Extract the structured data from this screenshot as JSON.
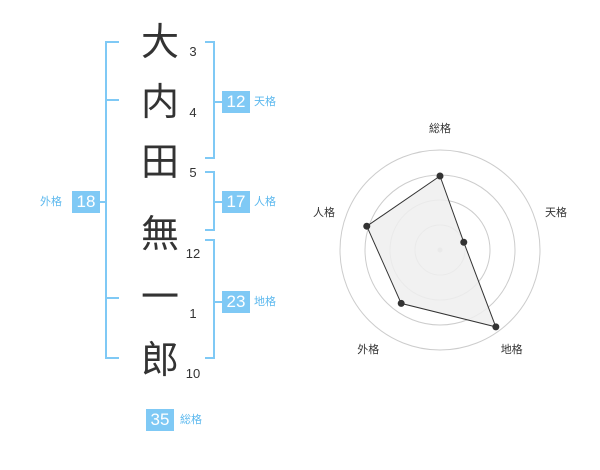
{
  "name": {
    "characters": [
      "大",
      "内",
      "田",
      "無",
      "一",
      "郎"
    ],
    "strokes": [
      "3",
      "4",
      "5",
      "12",
      "1",
      "10"
    ]
  },
  "grades": {
    "tenkaku": {
      "value": "12",
      "label": "天格"
    },
    "jinkaku": {
      "value": "17",
      "label": "人格"
    },
    "chikaku": {
      "value": "23",
      "label": "地格"
    },
    "gaikaku": {
      "value": "18",
      "label": "外格"
    },
    "soukaku": {
      "value": "35",
      "label": "総格"
    }
  },
  "colors": {
    "bracket": "#7fc9f5",
    "badge": "#7fc9f5",
    "radar_fill": "#efefef",
    "radar_line": "#333333",
    "grid": "#cccccc"
  },
  "chart_data": {
    "type": "radar",
    "axes": [
      "総格",
      "天格",
      "地格",
      "外格",
      "人格"
    ],
    "values": [
      0.74,
      0.25,
      0.95,
      0.66,
      0.77
    ],
    "range": [
      0,
      1
    ],
    "rings": 4
  }
}
